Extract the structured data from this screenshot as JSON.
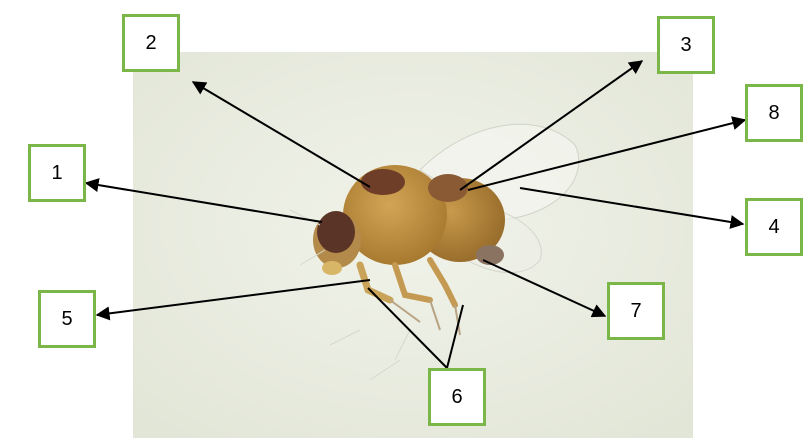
{
  "labels": [
    {
      "id": "1",
      "text": "1"
    },
    {
      "id": "2",
      "text": "2"
    },
    {
      "id": "3",
      "text": "3"
    },
    {
      "id": "4",
      "text": "4"
    },
    {
      "id": "5",
      "text": "5"
    },
    {
      "id": "6",
      "text": "6"
    },
    {
      "id": "7",
      "text": "7"
    },
    {
      "id": "8",
      "text": "8"
    }
  ],
  "colors": {
    "box_border": "#7ab648",
    "arrow": "#000000",
    "photo_background": "#e9ecdf",
    "fly_body": "#b98a3c",
    "fly_eye": "#5a3426"
  }
}
